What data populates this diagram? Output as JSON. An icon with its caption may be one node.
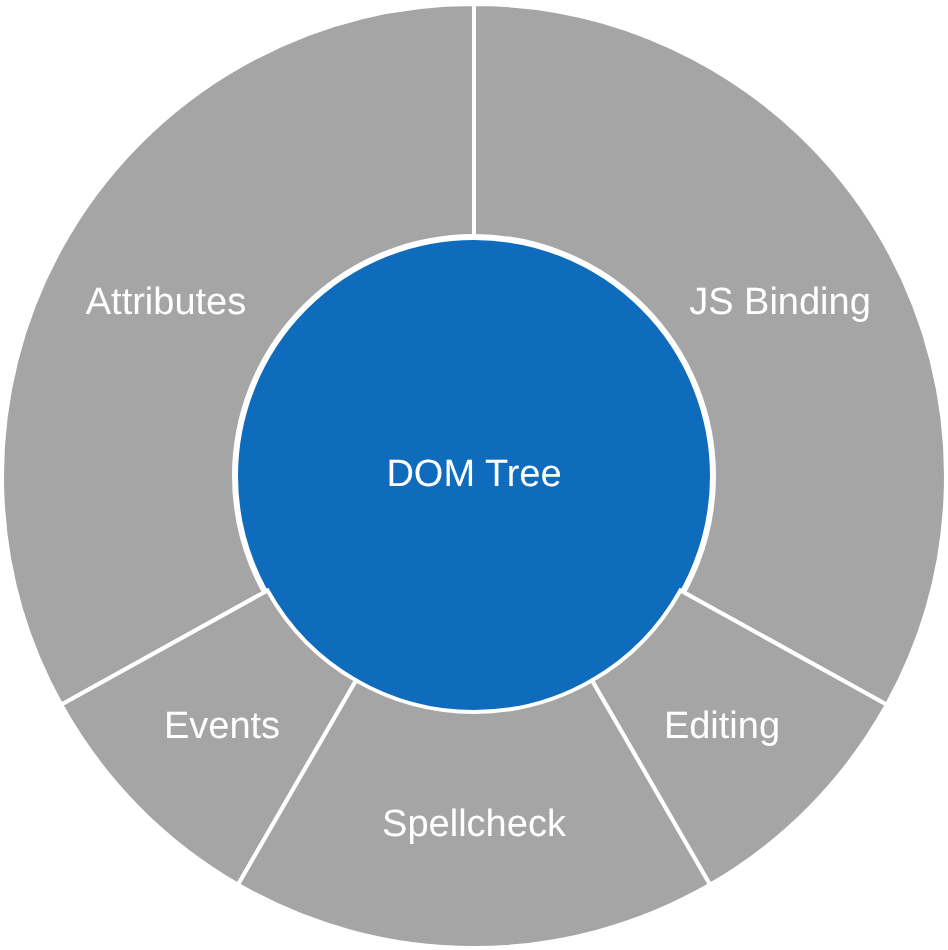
{
  "diagram": {
    "nodes": [
      {
        "text": [
          "Attributes"
        ]
      },
      {
        "text": [
          "JS Binding"
        ]
      },
      {
        "text": [
          "DOM Tree"
        ]
      },
      {
        "text": [
          "Events"
        ]
      },
      {
        "text": [
          "Editing"
        ]
      },
      {
        "text": [
          "Spellcheck"
        ]
      }
    ]
  }
}
